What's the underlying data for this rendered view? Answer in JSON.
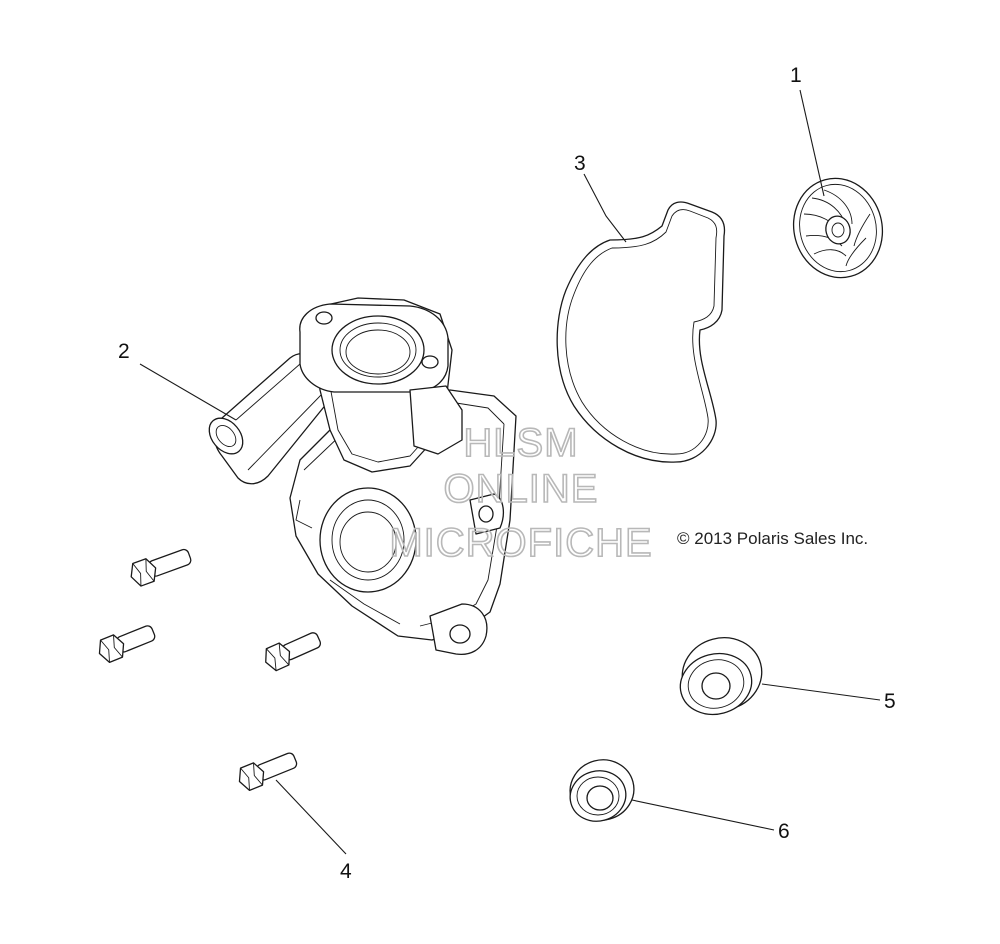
{
  "callouts": {
    "c1": "1",
    "c2": "2",
    "c3": "3",
    "c4": "4",
    "c5": "5",
    "c6": "6"
  },
  "copyright": "© 2013 Polaris Sales Inc.",
  "watermark": {
    "line1": "HLSM",
    "line2": "ONLINE",
    "line3": "MICROFICHE",
    "color": "#b8b8b8"
  },
  "colors": {
    "line": "#1a1a1a",
    "background": "#ffffff"
  }
}
